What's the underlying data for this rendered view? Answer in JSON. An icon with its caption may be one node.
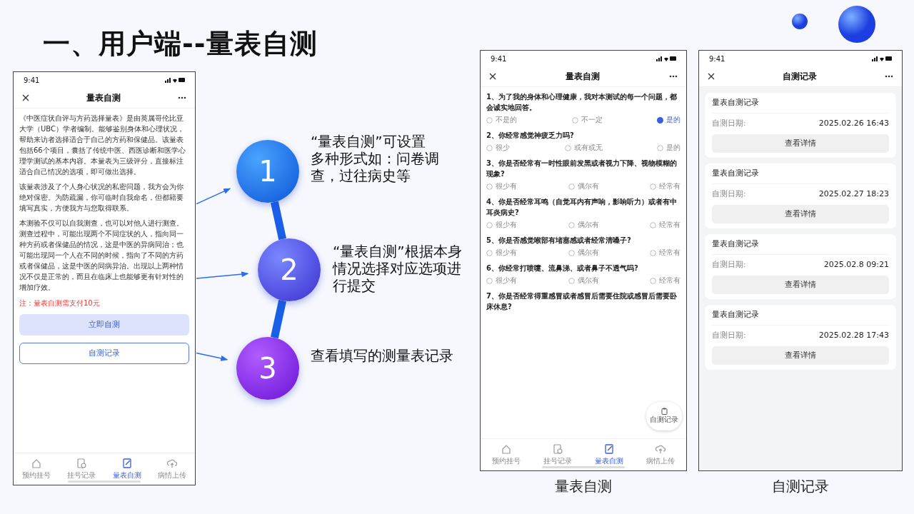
{
  "diagram": {
    "title": "一、用户端--量表自测",
    "nodes": [
      {
        "text": [
          "9:41",
          "量表自测",
          "《中医症状自评与方药选择量表》是由英属哥伦比亚大学（UBC）学者编制。能够鉴别身体和心理状况，帮助来访者选择适合于自己的方药和保健品。该量表包括66个项目，囊括了传统中医、西医诊断和医学心理学测试的基本内容。本量表为三级评分，直接标注适合自己情况的选项，即可做出选择。",
          "该量表涉及了个人身心状况的私密问题，我方会为你绝对保密。为防疏漏，你可临时自我命名，但都籍要填写真实，方便我方与您取得联系。",
          "本测验不仅可以自我测查，也可以对他人进行测查。测查过程中，可能出现两个不同症状的人，指向同一种方药或者保健品的情况，这是中医的异病同治；也可能出现同一个人在不同的时候，指向了不同的方药或者保健品，这是中医的同病异治。出现以上两种情况不仅是正常的，而且在临床上也能够更有针对性的增加疗效。",
          "注：量表自测需支付10元",
          "立即自测",
          "自测记录",
          "预约挂号",
          "挂号记录",
          "量表自测",
          "病情上传"
        ]
      },
      {
        "text": [
          "1"
        ],
        "beside": [
          "“量表自测”可设置多种形式如：问卷调查，过往病史等"
        ]
      },
      {
        "text": [
          "2"
        ],
        "beside": [
          "“量表自测”根据本身情况选择对应选项进行提交"
        ]
      },
      {
        "text": [
          "3"
        ],
        "beside": [
          "查看填写的测量表记录"
        ]
      },
      {
        "text": [
          "9:41",
          "量表自测",
          "1、为了我的身体和心理健康，我对本测试的每一个问题，都会诚实地回答。",
          "不是的",
          "不一定",
          "是的",
          "2、你经常感觉神疲乏力吗?",
          "很少",
          "或有或无",
          "是的",
          "3、你是否经常有一时性眼前发黑或者视力下降、视物模糊的现象?",
          "很少有",
          "偶尔有",
          "经常有",
          "4、你是否经常耳鸣（自觉耳内有声响，影响听力）或者有中耳炎病史?",
          "很少有",
          "偶尔有",
          "经常有",
          "5、你是否感觉喉部有堵塞感或者经常清嗓子?",
          "很少有",
          "偶尔有",
          "经常有",
          "6、你经常打喷嚏、流鼻涕、或者鼻子不透气吗?",
          "很少有",
          "偶尔有",
          "经常有",
          "7、你是否经常得重感冒或者感冒后需要住院或感冒后需要卧床休息?",
          "自测记录",
          "预约挂号",
          "挂号记录",
          "量表自测",
          "病情上传"
        ],
        "beside": [
          "量表自测"
        ]
      },
      {
        "text": [
          "9:41",
          "自测记录",
          "量表自测记录",
          "自测日期:",
          "2025.02.26 16:43",
          "查看详情",
          "量表自测记录",
          "自测日期:",
          "2025.02.27 18:23",
          "查看详情",
          "量表自测记录",
          "自测日期:",
          "2025.02.8 09:21",
          "查看详情",
          "量表自测记录",
          "自测日期:",
          "2025.02.28 17:43",
          "查看详情"
        ],
        "beside": [
          "自测记录"
        ]
      }
    ],
    "edges": [
      {
        "from": 0,
        "to": 1,
        "arrow": "to"
      },
      {
        "from": 0,
        "to": 2,
        "arrow": "to"
      },
      {
        "from": 0,
        "to": 3,
        "arrow": "to"
      },
      {
        "from": 1,
        "to": 2,
        "arrow": "none",
        "style": "thick"
      },
      {
        "from": 2,
        "to": 3,
        "arrow": "none",
        "style": "thick"
      }
    ]
  }
}
